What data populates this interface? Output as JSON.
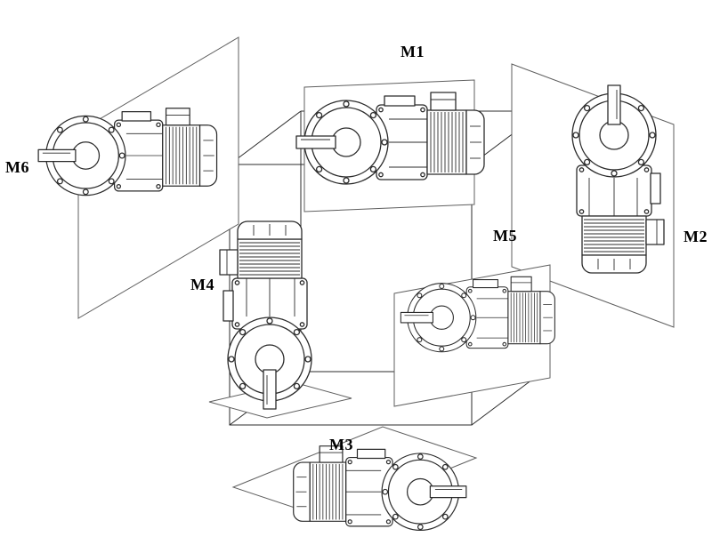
{
  "palette": {
    "ink": "#2b2b2b",
    "paper": "#ffffff"
  },
  "diagram": {
    "labels": {
      "m1": "M1",
      "m2": "M2",
      "m3": "M3",
      "m4": "M4",
      "m5": "M5",
      "m6": "M6"
    }
  }
}
